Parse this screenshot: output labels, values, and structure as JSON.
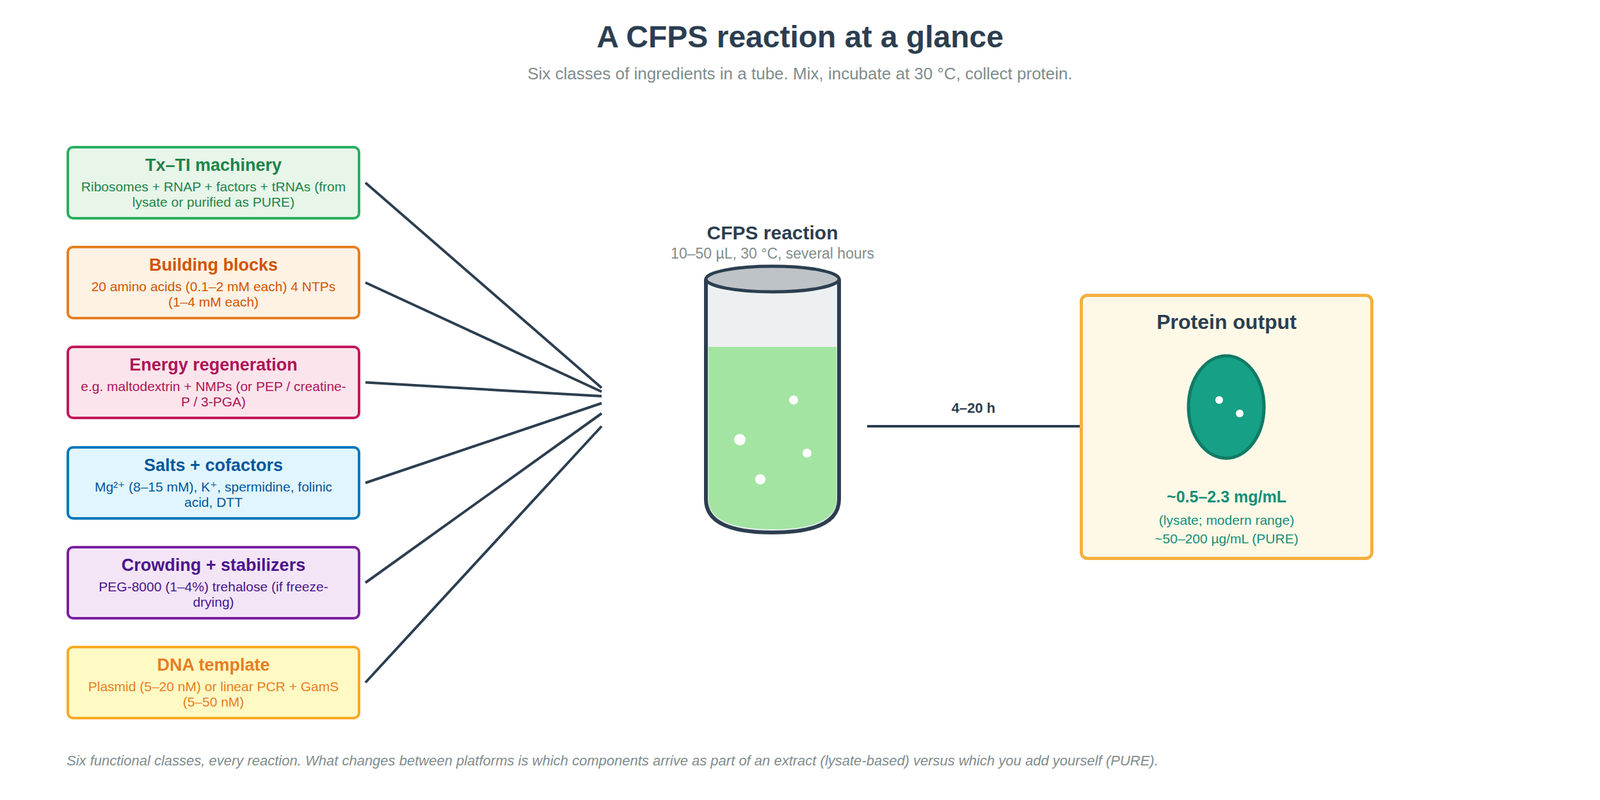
{
  "diagram": {
    "title": "A CFPS reaction at a glance",
    "caption": "Six functional classes, every reaction. What changes between platforms is which components arrive as part of an extract (lysate-based) versus which you add yourself (PURE).",
    "nodes": [
      {
        "text": [
          "Tx–TI machinery",
          "Ribosomes + RNAP + factors + tRNAs (from lysate or purified as PURE)"
        ]
      },
      {
        "text": [
          "Building blocks",
          "20 amino acids (0.1–2 mM each) 4 NTPs (1–4 mM each)"
        ]
      },
      {
        "text": [
          "Energy regeneration",
          "e.g. maltodextrin + NMPs (or PEP / creatine-P / 3-PGA)"
        ]
      },
      {
        "text": [
          "Salts + cofactors",
          "Mg²⁺ (8–15 mM), K⁺, spermidine, folinic acid, DTT"
        ]
      },
      {
        "text": [
          "Crowding + stabilizers",
          "PEG-8000 (1–4%) trehalose (if freeze-drying)"
        ]
      },
      {
        "text": [
          "DNA template",
          "Plasmid (5–20 nM) or linear PCR + GamS (5–50 nM)"
        ]
      },
      {
        "text": [
          "CFPS reaction",
          "10–50 µL, 30 °C, several hours"
        ]
      },
      {
        "text": [
          "Protein output",
          "~0.5–2.3 mg/mL",
          "(lysate; modern range)",
          "~50–200 µg/mL (PURE)"
        ]
      }
    ],
    "edges": [
      {
        "from": 0,
        "to": 6,
        "arrow": "none"
      },
      {
        "from": 1,
        "to": 6,
        "arrow": "none"
      },
      {
        "from": 2,
        "to": 6,
        "arrow": "none"
      },
      {
        "from": 3,
        "to": 6,
        "arrow": "none"
      },
      {
        "from": 4,
        "to": 6,
        "arrow": "none"
      },
      {
        "from": 5,
        "to": 6,
        "arrow": "none"
      },
      {
        "from": 6,
        "to": 7,
        "label": "4–20 h",
        "arrow": "none"
      }
    ],
    "labels": [
      "Six classes of ingredients in a tube. Mix, incubate at 30 °C, collect protein."
    ]
  }
}
